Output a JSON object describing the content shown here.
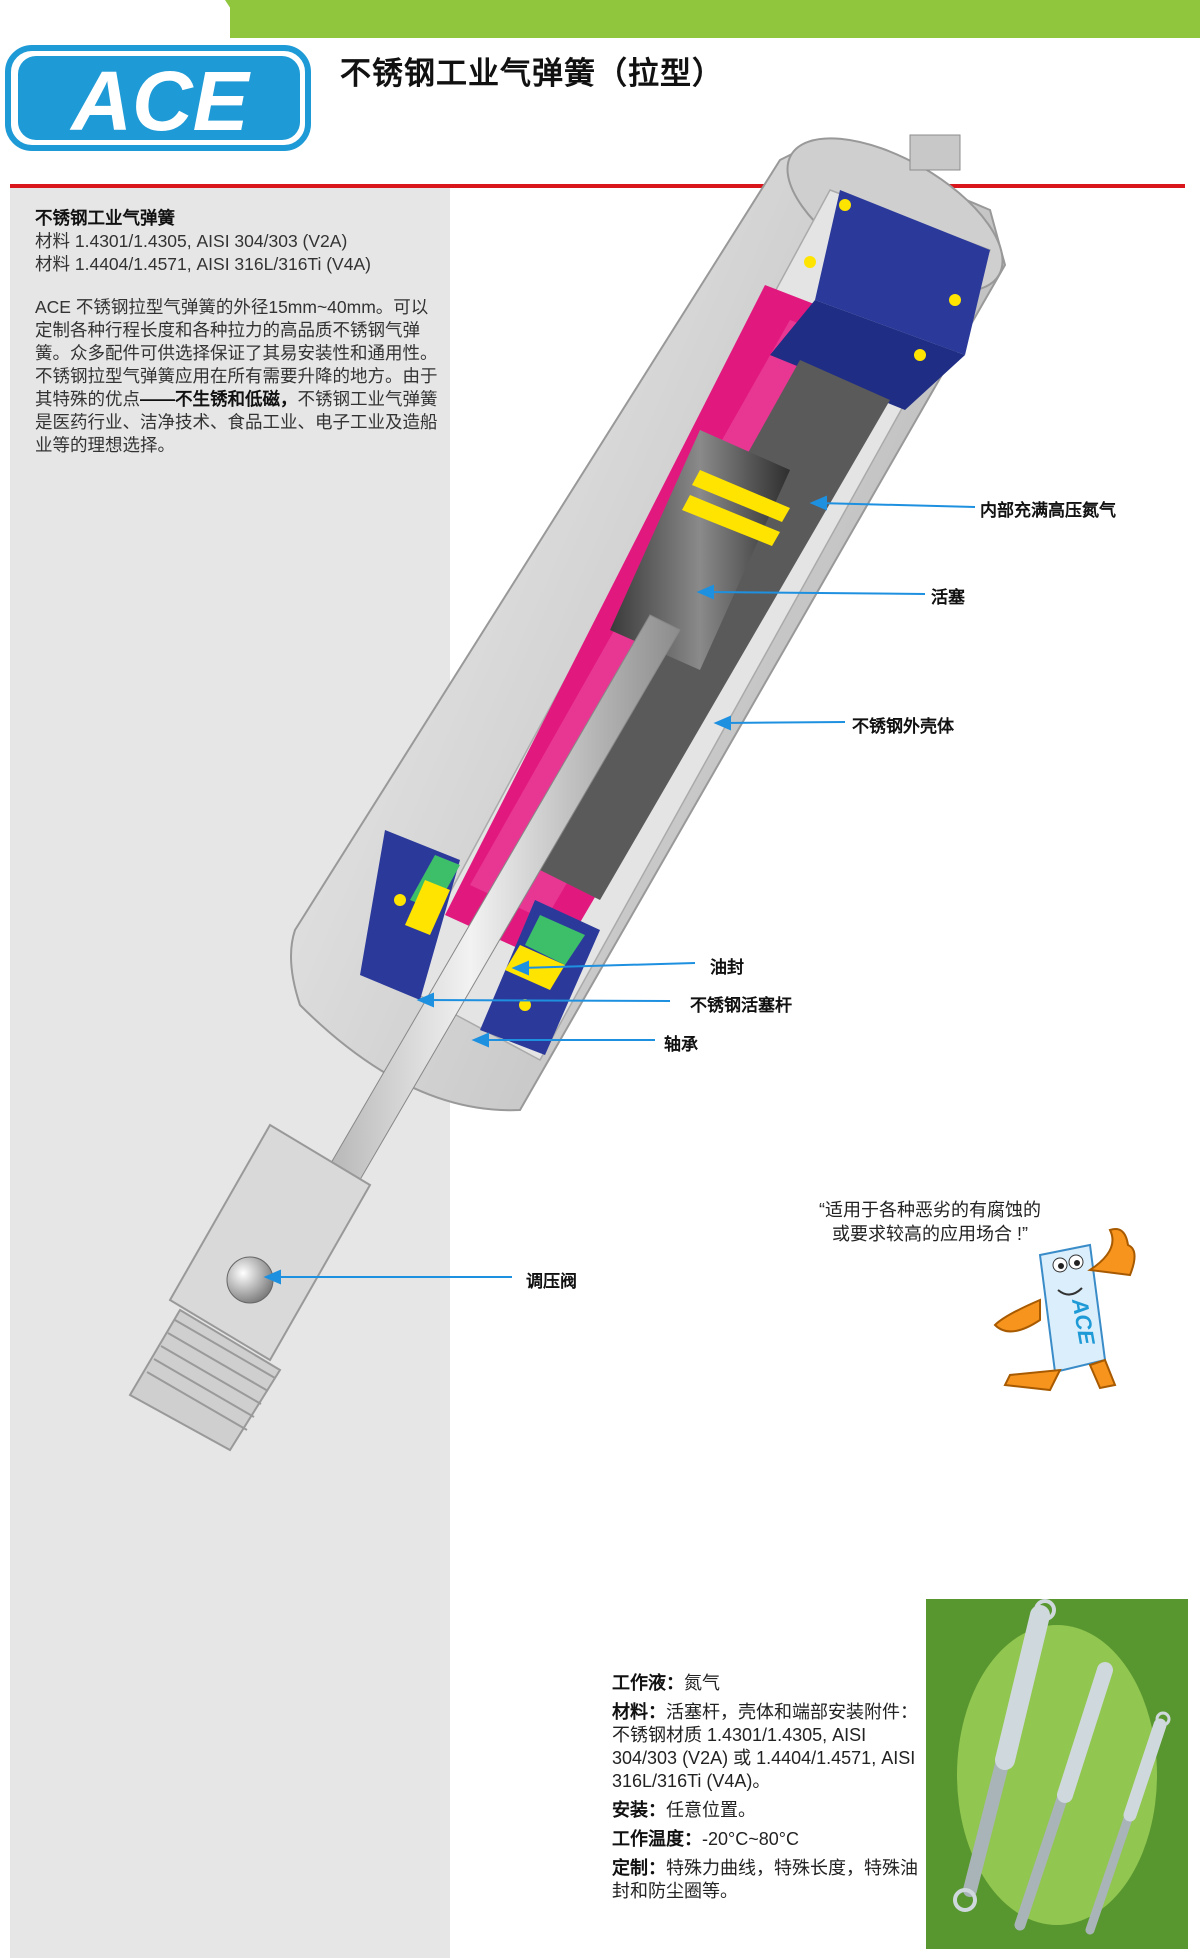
{
  "header": {
    "logo_text": "ACE",
    "title": "不锈钢工业气弹簧（拉型）"
  },
  "intro": {
    "heading": "不锈钢工业气弹簧",
    "material_1": "材料 1.4301/1.4305, AISI 304/303 (V2A)",
    "material_2": "材料 1.4404/1.4571, AISI 316L/316Ti (V4A)",
    "description_before": "ACE 不锈钢拉型气弹簧的外径15mm~40mm。可以定制各种行程长度和各种拉力的高品质不锈钢气弹簧。众多配件可供选择保证了其易安装性和通用性。不锈钢拉型气弹簧应用在所有需要升降的地方。由于其特殊的优点",
    "description_bold": "——不生锈和低磁，",
    "description_after": "不锈钢工业气弹簧是医药行业、洁净技术、食品工业、电子工业及造船业等的理想选择。"
  },
  "callouts": {
    "nitrogen": "内部充满高压氮气",
    "piston": "活塞",
    "housing": "不锈钢外壳体",
    "seal": "油封",
    "rod": "不锈钢活塞杆",
    "bearing": "轴承",
    "valve": "调压阀"
  },
  "quote": {
    "line1": "“适用于各种恶劣的有腐蚀的",
    "line2": "或要求较高的应用场合 !”"
  },
  "specs": {
    "fluid_label": "工作液：",
    "fluid_value": "氮气",
    "material_label": "材料：",
    "material_value": "活塞杆，壳体和端部安装附件：不锈钢材质 1.4301/1.4305, AISI 304/303 (V2A) 或 1.4404/1.4571, AISI 316L/316Ti (V4A)。",
    "mounting_label": "安装：",
    "mounting_value": "任意位置。",
    "temp_label": "工作温度：",
    "temp_value": "-20°C~80°C",
    "custom_label": "定制：",
    "custom_value": "特殊力曲线，特殊长度，特殊油封和防尘圈等。"
  },
  "colors": {
    "brand_green": "#8fc63e",
    "brand_blue": "#1e9ad6",
    "accent_red": "#d9161c",
    "callout_blue": "#1e90e0"
  }
}
